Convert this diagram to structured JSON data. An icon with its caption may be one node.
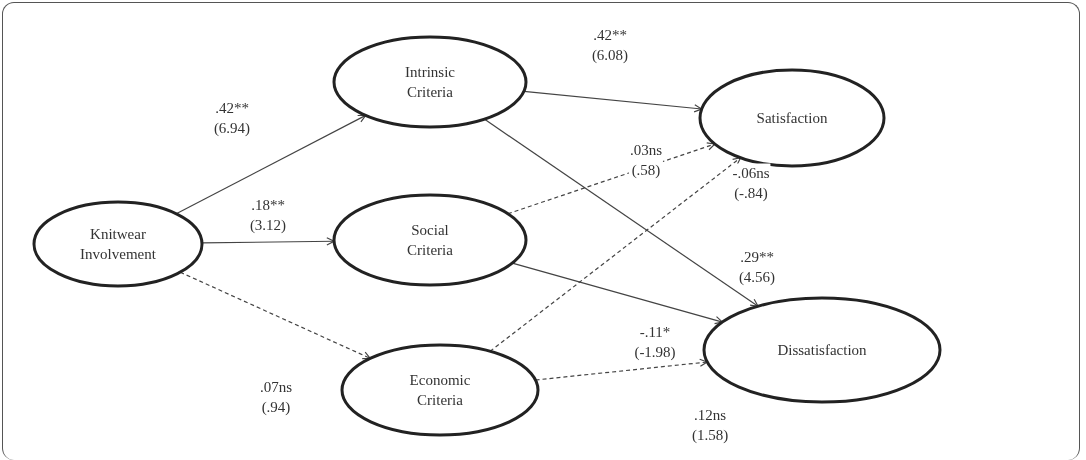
{
  "diagram": {
    "nodes": [
      {
        "text": [
          "Knitwear Involvement"
        ]
      },
      {
        "text": [
          "Intrinsic Criteria"
        ]
      },
      {
        "text": [
          "Social Criteria"
        ]
      },
      {
        "text": [
          "Economic Criteria"
        ]
      },
      {
        "text": [
          "Satisfaction"
        ]
      },
      {
        "text": [
          "Dissatisfaction"
        ]
      }
    ],
    "edges": [
      {
        "from": 0,
        "to": 1,
        "arrow": "to",
        "label": ".42** (6.94)"
      },
      {
        "from": 0,
        "to": 2,
        "arrow": "to",
        "label": ".18** (3.12)"
      },
      {
        "from": 0,
        "to": 3,
        "arrow": "to",
        "label": ".07ns (.94)",
        "style": "dashed"
      },
      {
        "from": 1,
        "to": 4,
        "arrow": "to",
        "label": ".42** (6.08)"
      },
      {
        "from": 1,
        "to": 5,
        "arrow": "to",
        "label": ".29** (4.56)"
      },
      {
        "from": 2,
        "to": 4,
        "arrow": "to",
        "label": ".03ns (.58)",
        "style": "dashed"
      },
      {
        "from": 2,
        "to": 5,
        "arrow": "to",
        "label": "-.11* (-1.98)"
      },
      {
        "from": 3,
        "to": 4,
        "arrow": "to",
        "label": "-.06ns (-.84)",
        "style": "dashed"
      },
      {
        "from": 3,
        "to": 5,
        "arrow": "to",
        "label": ".12ns (1.58)",
        "style": "dashed"
      }
    ]
  }
}
